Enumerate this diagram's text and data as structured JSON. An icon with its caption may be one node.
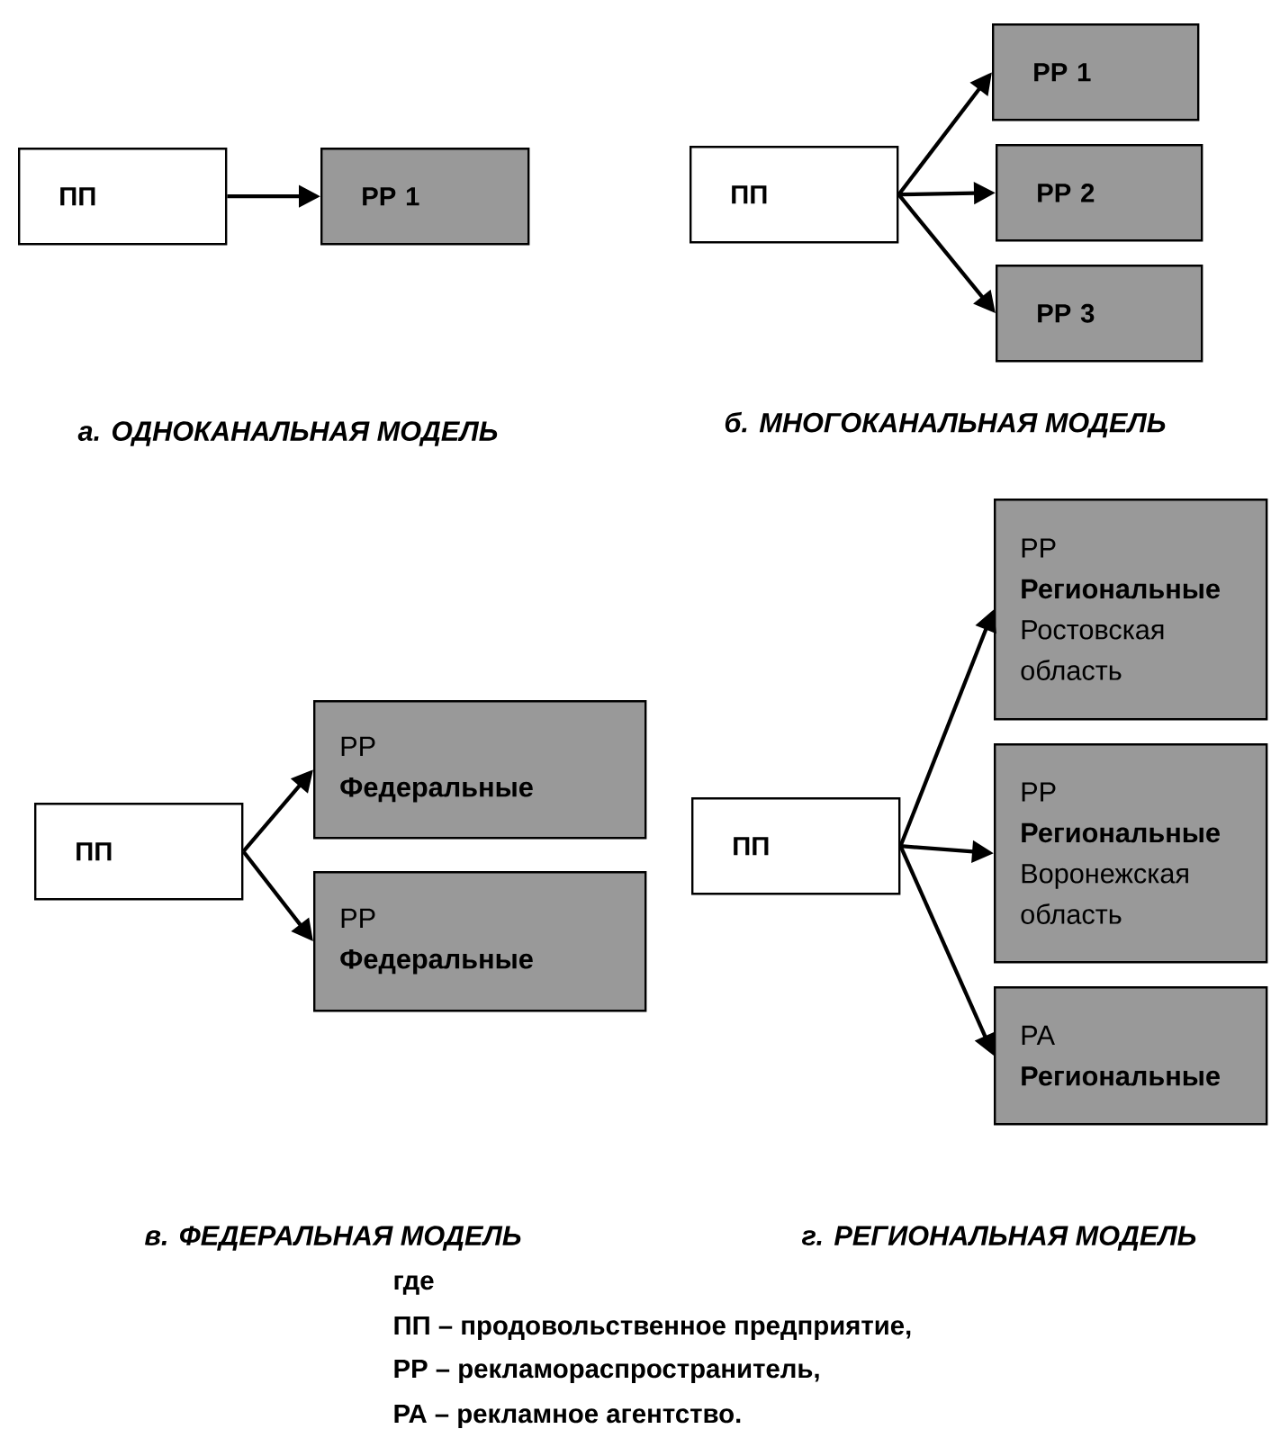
{
  "diagram": {
    "nodes": [
      {
        "text": [
          "ПП"
        ]
      },
      {
        "text": [
          "РР 1"
        ]
      },
      {
        "text": [
          "ПП"
        ]
      },
      {
        "text": [
          "РР 1"
        ]
      },
      {
        "text": [
          "РР 2"
        ]
      },
      {
        "text": [
          "РР 3"
        ]
      },
      {
        "text": [
          "ПП"
        ]
      },
      {
        "text": [
          "РР",
          "Федеральные"
        ]
      },
      {
        "text": [
          "РР",
          "Федеральные"
        ]
      },
      {
        "text": [
          "ПП"
        ]
      },
      {
        "text": [
          "РР",
          "Региональные",
          "Ростовская область"
        ]
      },
      {
        "text": [
          "РР",
          "Региональные",
          "Воронежская область"
        ]
      },
      {
        "text": [
          "РА",
          "Региональные"
        ]
      }
    ],
    "edges": [
      {
        "from": 0,
        "to": 1,
        "arrow": "to"
      },
      {
        "from": 2,
        "to": 3,
        "arrow": "to"
      },
      {
        "from": 2,
        "to": 4,
        "arrow": "to"
      },
      {
        "from": 2,
        "to": 5,
        "arrow": "to"
      },
      {
        "from": 6,
        "to": 7,
        "arrow": "to"
      },
      {
        "from": 6,
        "to": 8,
        "arrow": "to"
      },
      {
        "from": 9,
        "to": 10,
        "arrow": "to"
      },
      {
        "from": 9,
        "to": 11,
        "arrow": "to"
      },
      {
        "from": 9,
        "to": 12,
        "arrow": "to"
      }
    ],
    "labels": [
      "а. ОДНОКАНАЛЬНАЯ МОДЕЛЬ",
      "б. МНОГОКАНАЛЬНАЯ МОДЕЛЬ",
      "в. ФЕДЕРАЛЬНАЯ МОДЕЛЬ",
      "г. РЕГИОНАЛЬНАЯ МОДЕЛЬ",
      "где",
      "ПП – продовольственное предприятие,",
      "РР – рекламораспространитель,",
      "РА – рекламное агентство."
    ]
  }
}
